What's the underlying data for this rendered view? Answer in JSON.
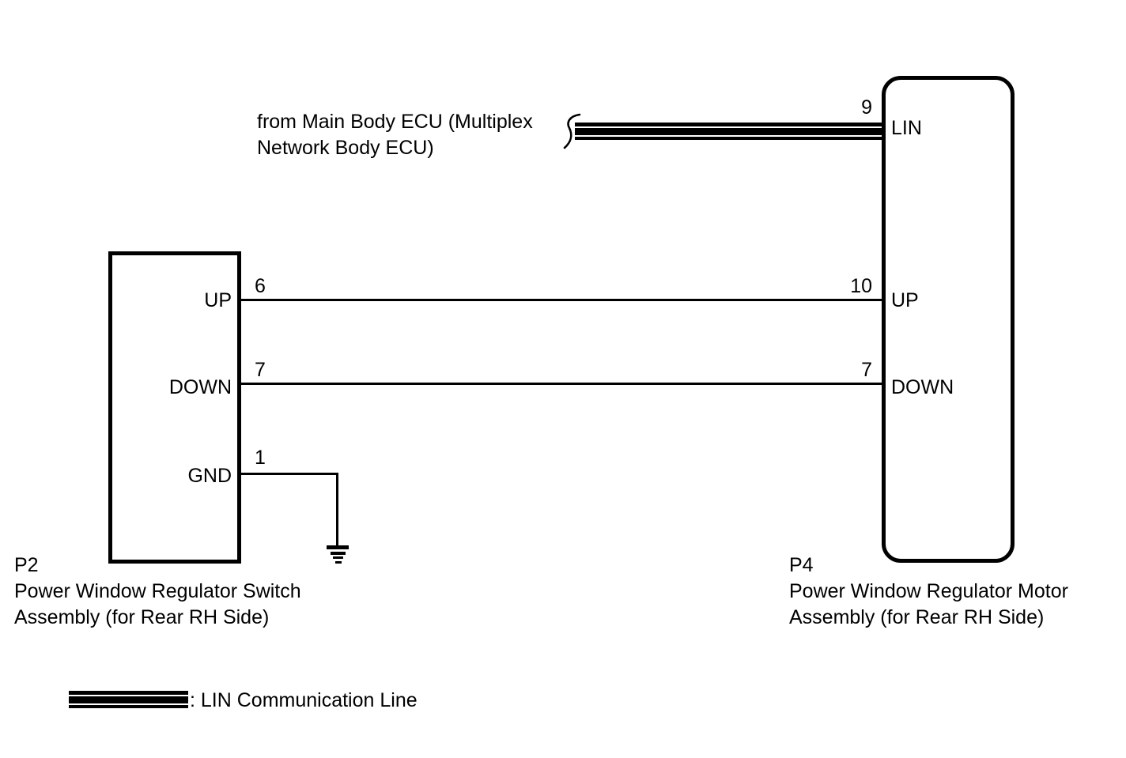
{
  "colors": {
    "foreground": "#000000",
    "background": "#ffffff"
  },
  "ecu_source": {
    "line1": "from Main Body ECU (Multiplex",
    "line2": "Network Body ECU)"
  },
  "left_component": {
    "id": "P2",
    "name_line1": "Power Window Regulator Switch",
    "name_line2": "Assembly (for Rear RH Side)",
    "pins": [
      {
        "label": "UP",
        "number": "6"
      },
      {
        "label": "DOWN",
        "number": "7"
      },
      {
        "label": "GND",
        "number": "1"
      }
    ]
  },
  "right_component": {
    "id": "P4",
    "name_line1": "Power Window Regulator Motor",
    "name_line2": "Assembly (for Rear RH Side)",
    "pins": [
      {
        "label": "LIN",
        "number": "9"
      },
      {
        "label": "UP",
        "number": "10"
      },
      {
        "label": "DOWN",
        "number": "7"
      }
    ]
  },
  "legend": {
    "label": ": LIN Communication Line"
  }
}
